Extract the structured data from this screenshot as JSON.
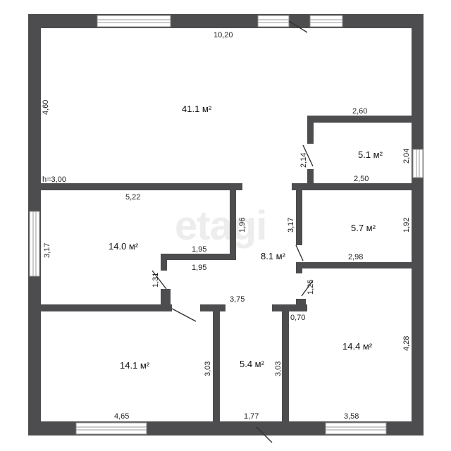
{
  "watermark": "etagi",
  "ceiling_height": "h=3,00",
  "rooms": [
    {
      "id": "living",
      "area": "41.1 м²"
    },
    {
      "id": "small-top-right",
      "area": "5.1 м²"
    },
    {
      "id": "right-middle",
      "area": "5.7 м²"
    },
    {
      "id": "left-middle",
      "area": "14.0 м²"
    },
    {
      "id": "hall",
      "area": "8.1 м²"
    },
    {
      "id": "bottom-right",
      "area": "14.4 м²"
    },
    {
      "id": "bottom-left",
      "area": "14.1 м²"
    },
    {
      "id": "corridor",
      "area": "5.4 м²"
    }
  ],
  "dimensions": {
    "top_width": "10,20",
    "left_top_height": "4,60",
    "small_room_width": "2,60",
    "small_room_height": "2,04",
    "small_room_door": "2,14",
    "mid_right_width_top": "2,50",
    "mid_left_width": "5,22",
    "left_mid_height": "3,17",
    "closet_height": "1,96",
    "closet_width_a": "1,95",
    "closet_width_b": "1,95",
    "hall_left_height": "3,17",
    "mid_right_height": "1,92",
    "mid_right_width_bottom": "2,98",
    "door_left": "1,31",
    "door_right": "1,25",
    "corridor_width": "3,75",
    "wall_thickness": "0,70",
    "bottom_right_height": "4,28",
    "corridor_left_height": "3,03",
    "corridor_right_height": "3,03",
    "bottom_left_width": "4,65",
    "corridor_bottom_width": "1,77",
    "bottom_right_width": "3,58"
  }
}
